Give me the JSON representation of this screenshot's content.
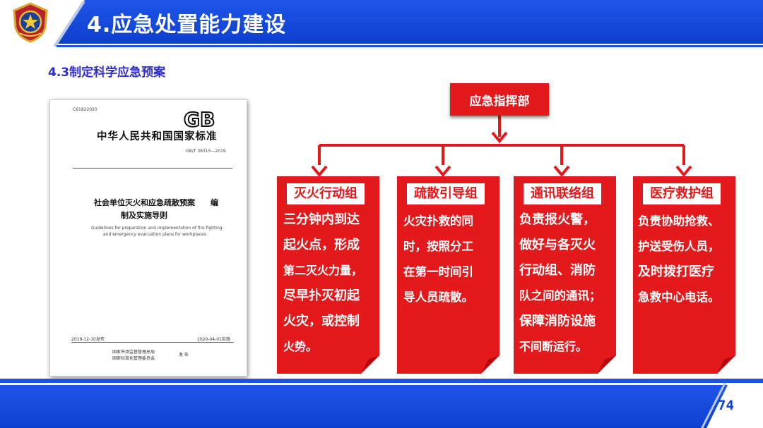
{
  "header": {
    "title": "4.应急处置能力建设"
  },
  "subtitle": "4.3制定科学应急预案",
  "document": {
    "ics": "C61822020",
    "gb_logo": "GB",
    "standard_name": "中华人民共和国国家标准",
    "standard_number": "GB/T  38315—2019",
    "title_line1": "社会单位灭火和应急疏散预案　　编",
    "title_line2": "制及实施导则",
    "english_line1": "Guidelines for preparation and implementation of fire fighting",
    "english_line2": "and emergency evacuation plans for workplaces",
    "publish_date": "2019-12-10发布",
    "implement_date": "2020-04-01实施",
    "authority_line1": "国家市场监督管理总局",
    "authority_line2": "国家标准化管理委员会",
    "issue": "发 布"
  },
  "org_chart": {
    "headquarters": "应急指挥部",
    "groups": [
      {
        "title": "灭火行动组",
        "lines": [
          "三分钟内到达",
          "起火点，形成",
          "第二灭火力量，",
          "尽早扑灭初起",
          "火灾，或控制",
          "火势。"
        ]
      },
      {
        "title": "疏散引导组",
        "lines": [
          "火灾扑救的同",
          "时，按照分工",
          "在第一时间引",
          "导人员疏散。"
        ]
      },
      {
        "title": "通讯联络组",
        "lines": [
          "负责报火警，",
          "做好与各灭火",
          "行动组、消防",
          "队之间的通讯；",
          "保障消防设施",
          "不间断运行。"
        ]
      },
      {
        "title": "医疗救护组",
        "lines": [
          "负责协助抢救、",
          "护送受伤人员，",
          "及时拨打医疗",
          "急救中心电话。"
        ]
      }
    ]
  },
  "footer": {
    "page_number": "74"
  },
  "colors": {
    "brand_blue": "#1c52e0",
    "accent_red": "#e3191c",
    "subtitle_purple": "#2f2fc7"
  },
  "icons": {
    "badge": "police-fire-badge-icon",
    "gb": "gb-logo-icon"
  }
}
